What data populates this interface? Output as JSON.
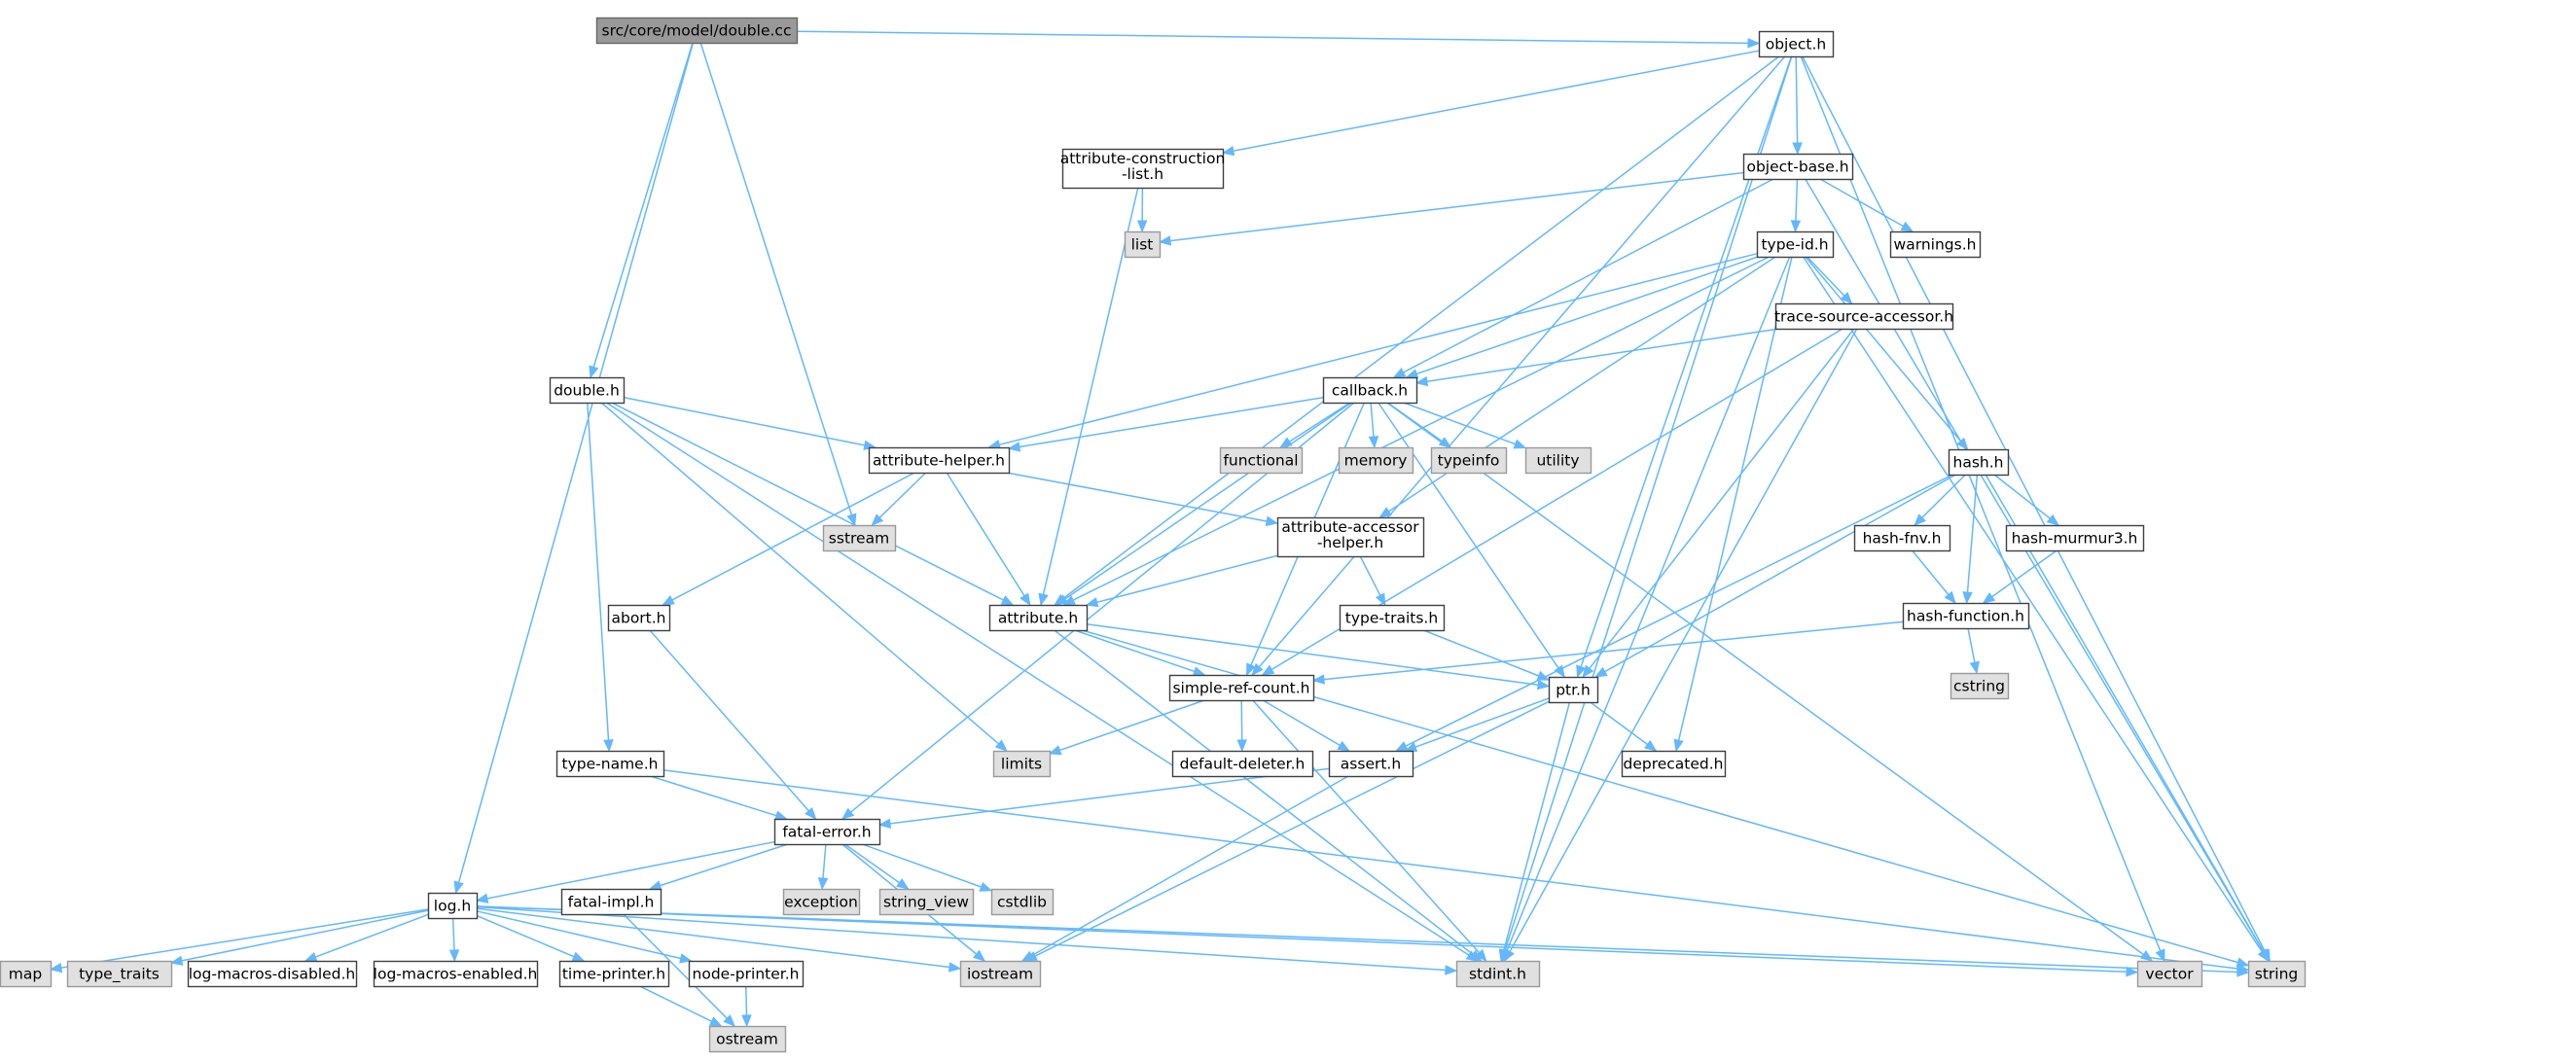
{
  "colors": {
    "edge": "#63b8ff",
    "file_fill": "#ffffff",
    "system_fill": "#e0e0e0",
    "root_fill": "#999999"
  },
  "nodes": [
    {
      "id": "double_cc",
      "label": "src/core/model/double.cc",
      "kind": "root"
    },
    {
      "id": "object_h",
      "label": "object.h",
      "kind": "file"
    },
    {
      "id": "attribute_construction_list_h",
      "label": "attribute-construction\n-list.h",
      "kind": "file"
    },
    {
      "id": "object_base_h",
      "label": "object-base.h",
      "kind": "file"
    },
    {
      "id": "list",
      "label": "list",
      "kind": "system"
    },
    {
      "id": "type_id_h",
      "label": "type-id.h",
      "kind": "file"
    },
    {
      "id": "warnings_h",
      "label": "warnings.h",
      "kind": "file"
    },
    {
      "id": "trace_source_accessor_h",
      "label": "trace-source-accessor.h",
      "kind": "file"
    },
    {
      "id": "double_h",
      "label": "double.h",
      "kind": "file"
    },
    {
      "id": "callback_h",
      "label": "callback.h",
      "kind": "file"
    },
    {
      "id": "hash_h",
      "label": "hash.h",
      "kind": "file"
    },
    {
      "id": "attribute_helper_h",
      "label": "attribute-helper.h",
      "kind": "file"
    },
    {
      "id": "functional",
      "label": "functional",
      "kind": "system"
    },
    {
      "id": "memory",
      "label": "memory",
      "kind": "system"
    },
    {
      "id": "typeinfo",
      "label": "typeinfo",
      "kind": "system"
    },
    {
      "id": "utility",
      "label": "utility",
      "kind": "system"
    },
    {
      "id": "sstream",
      "label": "sstream",
      "kind": "system"
    },
    {
      "id": "attribute_accessor_helper_h",
      "label": "attribute-accessor\n-helper.h",
      "kind": "file"
    },
    {
      "id": "hash_fnv_h",
      "label": "hash-fnv.h",
      "kind": "file"
    },
    {
      "id": "hash_murmur3_h",
      "label": "hash-murmur3.h",
      "kind": "file"
    },
    {
      "id": "abort_h",
      "label": "abort.h",
      "kind": "file"
    },
    {
      "id": "attribute_h",
      "label": "attribute.h",
      "kind": "file"
    },
    {
      "id": "type_traits_h",
      "label": "type-traits.h",
      "kind": "file"
    },
    {
      "id": "hash_function_h",
      "label": "hash-function.h",
      "kind": "file"
    },
    {
      "id": "simple_ref_count_h",
      "label": "simple-ref-count.h",
      "kind": "file"
    },
    {
      "id": "ptr_h",
      "label": "ptr.h",
      "kind": "file"
    },
    {
      "id": "cstring",
      "label": "cstring",
      "kind": "system"
    },
    {
      "id": "limits",
      "label": "limits",
      "kind": "system"
    },
    {
      "id": "type_name_h",
      "label": "type-name.h",
      "kind": "file"
    },
    {
      "id": "default_deleter_h",
      "label": "default-deleter.h",
      "kind": "file"
    },
    {
      "id": "assert_h",
      "label": "assert.h",
      "kind": "file"
    },
    {
      "id": "deprecated_h",
      "label": "deprecated.h",
      "kind": "file"
    },
    {
      "id": "fatal_error_h",
      "label": "fatal-error.h",
      "kind": "file"
    },
    {
      "id": "exception",
      "label": "exception",
      "kind": "system"
    },
    {
      "id": "string_view",
      "label": "string_view",
      "kind": "system"
    },
    {
      "id": "cstdlib",
      "label": "cstdlib",
      "kind": "system"
    },
    {
      "id": "log_h",
      "label": "log.h",
      "kind": "file"
    },
    {
      "id": "fatal_impl_h",
      "label": "fatal-impl.h",
      "kind": "file"
    },
    {
      "id": "map",
      "label": "map",
      "kind": "system"
    },
    {
      "id": "type_traits",
      "label": "type_traits",
      "kind": "system"
    },
    {
      "id": "log_macros_disabled_h",
      "label": "log-macros-disabled.h",
      "kind": "file"
    },
    {
      "id": "log_macros_enabled_h",
      "label": "log-macros-enabled.h",
      "kind": "file"
    },
    {
      "id": "time_printer_h",
      "label": "time-printer.h",
      "kind": "file"
    },
    {
      "id": "node_printer_h",
      "label": "node-printer.h",
      "kind": "file"
    },
    {
      "id": "iostream",
      "label": "iostream",
      "kind": "system"
    },
    {
      "id": "stdint_h",
      "label": "stdint.h",
      "kind": "system"
    },
    {
      "id": "vector",
      "label": "vector",
      "kind": "system"
    },
    {
      "id": "string",
      "label": "string",
      "kind": "system"
    },
    {
      "id": "ostream",
      "label": "ostream",
      "kind": "system"
    }
  ],
  "edges": [
    [
      "double_cc",
      "object_h"
    ],
    [
      "double_cc",
      "double_h"
    ],
    [
      "double_cc",
      "log_h"
    ],
    [
      "double_cc",
      "sstream"
    ],
    [
      "object_h",
      "object_base_h"
    ],
    [
      "object_h",
      "attribute_construction_list_h"
    ],
    [
      "object_h",
      "attribute_h"
    ],
    [
      "object_h",
      "ptr_h"
    ],
    [
      "object_h",
      "simple_ref_count_h"
    ],
    [
      "object_h",
      "stdint_h"
    ],
    [
      "object_h",
      "vector"
    ],
    [
      "object_h",
      "string"
    ],
    [
      "attribute_construction_list_h",
      "list"
    ],
    [
      "attribute_construction_list_h",
      "attribute_h"
    ],
    [
      "object_base_h",
      "type_id_h"
    ],
    [
      "object_base_h",
      "warnings_h"
    ],
    [
      "object_base_h",
      "callback_h"
    ],
    [
      "object_base_h",
      "list"
    ],
    [
      "object_base_h",
      "string"
    ],
    [
      "type_id_h",
      "trace_source_accessor_h"
    ],
    [
      "type_id_h",
      "callback_h"
    ],
    [
      "type_id_h",
      "hash_h"
    ],
    [
      "type_id_h",
      "attribute_helper_h"
    ],
    [
      "type_id_h",
      "attribute_accessor_helper_h"
    ],
    [
      "type_id_h",
      "attribute_h"
    ],
    [
      "type_id_h",
      "deprecated_h"
    ],
    [
      "type_id_h",
      "stdint_h"
    ],
    [
      "type_id_h",
      "string"
    ],
    [
      "trace_source_accessor_h",
      "callback_h"
    ],
    [
      "trace_source_accessor_h",
      "ptr_h"
    ],
    [
      "trace_source_accessor_h",
      "simple_ref_count_h"
    ],
    [
      "trace_source_accessor_h",
      "stdint_h"
    ],
    [
      "double_h",
      "attribute_h"
    ],
    [
      "double_h",
      "attribute_helper_h"
    ],
    [
      "double_h",
      "limits"
    ],
    [
      "double_h",
      "type_name_h"
    ],
    [
      "double_h",
      "stdint_h"
    ],
    [
      "callback_h",
      "attribute_helper_h"
    ],
    [
      "callback_h",
      "functional"
    ],
    [
      "callback_h",
      "memory"
    ],
    [
      "callback_h",
      "typeinfo"
    ],
    [
      "callback_h",
      "utility"
    ],
    [
      "callback_h",
      "vector"
    ],
    [
      "callback_h",
      "ptr_h"
    ],
    [
      "callback_h",
      "simple_ref_count_h"
    ],
    [
      "callback_h",
      "fatal_error_h"
    ],
    [
      "callback_h",
      "attribute_h"
    ],
    [
      "hash_h",
      "hash_fnv_h"
    ],
    [
      "hash_h",
      "hash_murmur3_h"
    ],
    [
      "hash_h",
      "hash_function_h"
    ],
    [
      "hash_h",
      "assert_h"
    ],
    [
      "hash_h",
      "ptr_h"
    ],
    [
      "hash_h",
      "string"
    ],
    [
      "attribute_helper_h",
      "sstream"
    ],
    [
      "attribute_helper_h",
      "attribute_h"
    ],
    [
      "attribute_helper_h",
      "attribute_accessor_helper_h"
    ],
    [
      "attribute_helper_h",
      "abort_h"
    ],
    [
      "attribute_accessor_helper_h",
      "attribute_h"
    ],
    [
      "attribute_accessor_helper_h",
      "type_traits_h"
    ],
    [
      "hash_fnv_h",
      "hash_function_h"
    ],
    [
      "hash_murmur3_h",
      "hash_function_h"
    ],
    [
      "abort_h",
      "fatal_error_h"
    ],
    [
      "attribute_h",
      "ptr_h"
    ],
    [
      "attribute_h",
      "simple_ref_count_h"
    ],
    [
      "attribute_h",
      "stdint_h"
    ],
    [
      "attribute_h",
      "string"
    ],
    [
      "type_traits_h",
      "ptr_h"
    ],
    [
      "hash_function_h",
      "cstring"
    ],
    [
      "hash_function_h",
      "simple_ref_count_h"
    ],
    [
      "simple_ref_count_h",
      "default_deleter_h"
    ],
    [
      "simple_ref_count_h",
      "assert_h"
    ],
    [
      "simple_ref_count_h",
      "limits"
    ],
    [
      "simple_ref_count_h",
      "stdint_h"
    ],
    [
      "ptr_h",
      "assert_h"
    ],
    [
      "ptr_h",
      "deprecated_h"
    ],
    [
      "ptr_h",
      "iostream"
    ],
    [
      "ptr_h",
      "stdint_h"
    ],
    [
      "type_name_h",
      "fatal_error_h"
    ],
    [
      "type_name_h",
      "string"
    ],
    [
      "assert_h",
      "fatal_error_h"
    ],
    [
      "assert_h",
      "iostream"
    ],
    [
      "fatal_error_h",
      "exception"
    ],
    [
      "fatal_error_h",
      "string_view"
    ],
    [
      "fatal_error_h",
      "cstdlib"
    ],
    [
      "fatal_error_h",
      "log_h"
    ],
    [
      "fatal_error_h",
      "fatal_impl_h"
    ],
    [
      "fatal_error_h",
      "iostream"
    ],
    [
      "log_h",
      "map"
    ],
    [
      "log_h",
      "type_traits"
    ],
    [
      "log_h",
      "log_macros_disabled_h"
    ],
    [
      "log_h",
      "log_macros_enabled_h"
    ],
    [
      "log_h",
      "time_printer_h"
    ],
    [
      "log_h",
      "node_printer_h"
    ],
    [
      "log_h",
      "iostream"
    ],
    [
      "log_h",
      "stdint_h"
    ],
    [
      "log_h",
      "vector"
    ],
    [
      "log_h",
      "string"
    ],
    [
      "fatal_impl_h",
      "ostream"
    ],
    [
      "time_printer_h",
      "ostream"
    ],
    [
      "node_printer_h",
      "ostream"
    ]
  ]
}
